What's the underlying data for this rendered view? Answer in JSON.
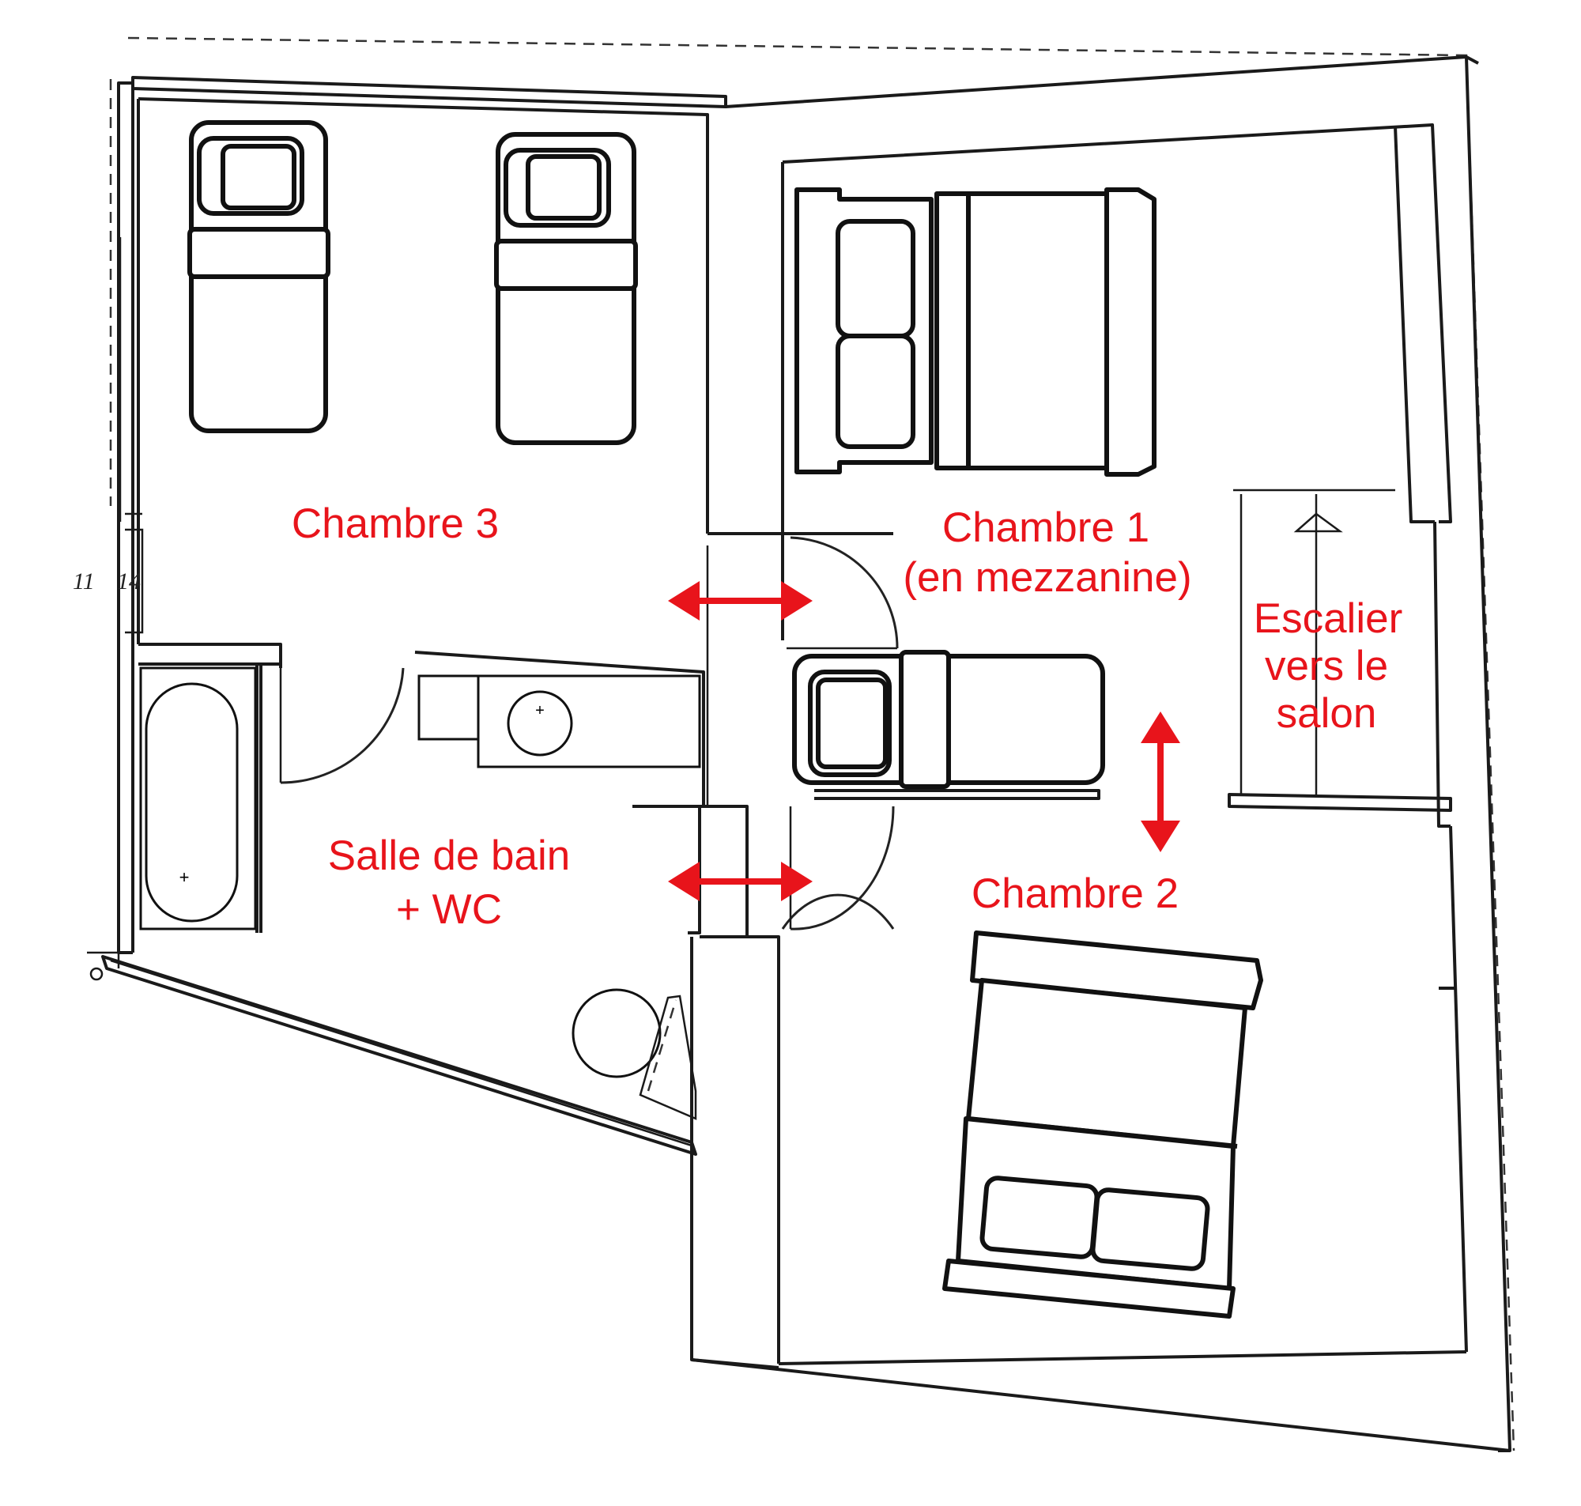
{
  "plan": {
    "rooms": [
      {
        "id": "chambre3",
        "lines": [
          "Chambre 3"
        ]
      },
      {
        "id": "chambre1",
        "lines": [
          "Chambre 1",
          "(en mezzanine)"
        ]
      },
      {
        "id": "escalier",
        "lines": [
          "Escalier",
          "vers le",
          "salon"
        ]
      },
      {
        "id": "sdb",
        "lines": [
          "Salle de bain",
          "+ WC"
        ]
      },
      {
        "id": "chambre2",
        "lines": [
          "Chambre 2"
        ]
      }
    ],
    "dimension_marks": [
      "11",
      "14"
    ],
    "accent_color": "#e8141b",
    "icons": [
      "single-bed-icon",
      "double-bed-icon",
      "bathtub-icon",
      "sink-icon",
      "toilet-icon",
      "door-swing-icon",
      "double-arrow-icon",
      "stair-arrow-icon"
    ]
  }
}
